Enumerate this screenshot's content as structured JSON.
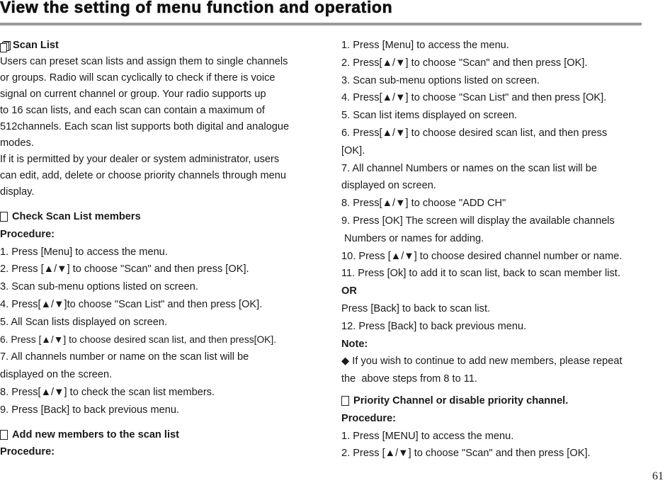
{
  "title": "View the setting of menu function and operation",
  "page_number": "61",
  "left": {
    "scan_list": {
      "heading": "Scan List",
      "lines": [
        "Users can preset scan lists and assign them to single channels",
        "or groups. Radio will scan cyclically to check if there is voice",
        "signal on current channel or group. Your radio supports up",
        "to 16 scan lists, and each scan can contain a maximum of",
        "512channels. Each scan list supports both digital and analogue",
        "modes.",
        "If it is permitted by your dealer or system administrator, users",
        "can edit, add, delete or choose priority channels through menu",
        "display."
      ]
    },
    "check_members": {
      "heading": "Check Scan List members",
      "procedure": "Procedure:",
      "lines": [
        "1. Press [Menu] to access the menu.",
        "2. Press [▲/▼] to choose \"Scan\" and then press [OK].",
        "3. Scan sub-menu options listed on screen.",
        "4. Press[▲/▼]to choose \"Scan List\" and then press [OK].",
        "5. All Scan lists displayed on screen.",
        "6. Press [▲/▼] to choose desired scan list, and then press[OK].",
        "7. All channels number or name on the scan list will be",
        "displayed on the screen.",
        "8. Press[▲/▼] to check the scan list members.",
        "9. Press [Back] to back previous menu."
      ]
    },
    "add_members": {
      "heading": "Add new members to the scan list",
      "procedure": "Procedure:"
    }
  },
  "right": {
    "lines": [
      "1. Press [Menu] to access the menu.",
      "2. Press[▲/▼] to choose \"Scan\" and then press [OK].",
      "3. Scan sub-menu options listed on screen.",
      "4. Press[▲/▼] to choose \"Scan List\" and then press [OK].",
      "5. Scan list items displayed on screen.",
      "6. Press[▲/▼] to choose desired scan list, and then press",
      "[OK].",
      "7. All channel Numbers or names on the scan list will be",
      "displayed on screen.",
      "8. Press[▲/▼] to choose \"ADD CH\"",
      "9. Press [OK] The screen will display the available channels",
      " Numbers or names for adding.",
      "10. Press [▲/▼] to choose desired channel number or name.",
      "11. Press [Ok] to add it to scan list, back to scan member list."
    ],
    "or": "OR",
    "back_line": "Press [Back] to back to scan list.",
    "line12": "12. Press [Back] to back previous menu.",
    "note": "Note:",
    "note_lines": [
      "◆ If you wish to continue to add new members, please repeat",
      "the  above steps from 8 to 11."
    ],
    "priority": {
      "heading": "Priority Channel or disable priority channel.",
      "procedure": "Procedure:",
      "lines": [
        "1. Press [MENU] to access the menu.",
        "2. Press [▲/▼] to choose \"Scan\" and then press [OK]."
      ]
    }
  }
}
